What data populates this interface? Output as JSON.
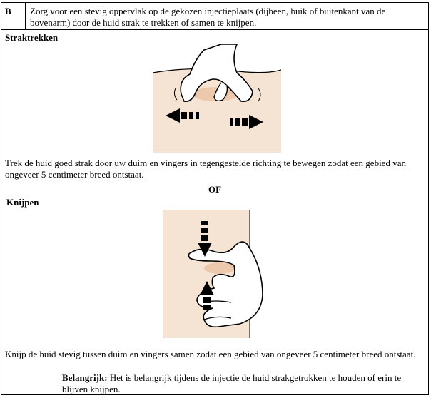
{
  "step": {
    "letter": "B",
    "instruction": "Zorg voor een stevig oppervlak op de gekozen injectieplaats (dijbeen, buik of buitenkant van de bovenarm) door de huid strak te trekken of samen te knijpen."
  },
  "stretch": {
    "title": "Straktrekken",
    "description": "Trek de huid goed strak door uw duim en vingers in tegengestelde richting te bewegen zodat een gebied van ongeveer 5 centimeter breed ontstaat."
  },
  "or_label": "OF",
  "pinch": {
    "title": "Knijpen",
    "description": "Knijp de huid stevig tussen duim en vingers samen zodat een gebied van ongeveer 5 centimeter breed ontstaat."
  },
  "important": {
    "label": "Belangrijk:",
    "text": "Het is belangrijk tijdens de injectie de huid strakgetrokken te houden of erin te blijven knijpen."
  },
  "colors": {
    "skin": "#f5e3d3",
    "highlight": "#ecc9ad",
    "line": "#000000"
  }
}
